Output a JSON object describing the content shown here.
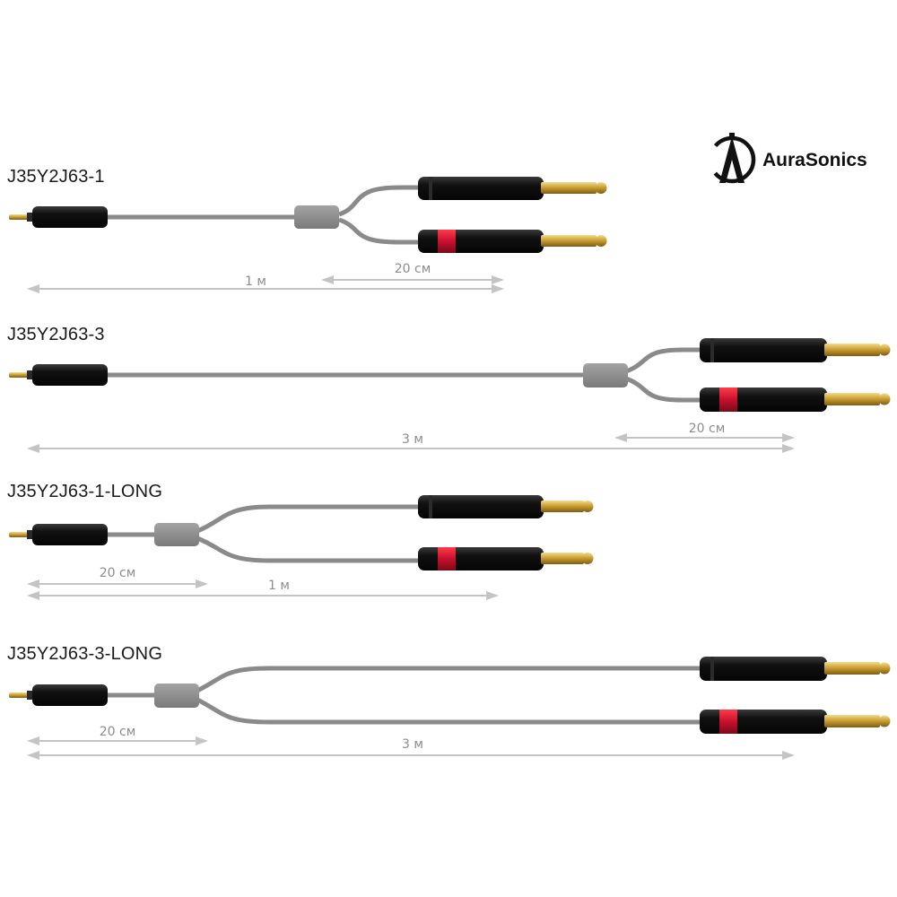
{
  "brand": {
    "name": "AuraSonics",
    "logo_icon": "aurasonics-logo-icon"
  },
  "colors": {
    "cable": "#8a8a8a",
    "plug_body": "#161616",
    "gold": "#c9a43c",
    "red_ring": "#c8102e",
    "dimension": "#c4c4c4"
  },
  "cables": [
    {
      "id": "J35Y2J63-1",
      "label": "J35Y2J63-1",
      "length": "1 м",
      "split": "20 см"
    },
    {
      "id": "J35Y2J63-3",
      "label": "J35Y2J63-3",
      "length": "3 м",
      "split": "20 см"
    },
    {
      "id": "J35Y2J63-1-LONG",
      "label": "J35Y2J63-1-LONG",
      "length": "1 м",
      "split": "20 см"
    },
    {
      "id": "J35Y2J63-3-LONG",
      "label": "J35Y2J63-3-LONG",
      "length": "3 м",
      "split": "20 см"
    }
  ]
}
